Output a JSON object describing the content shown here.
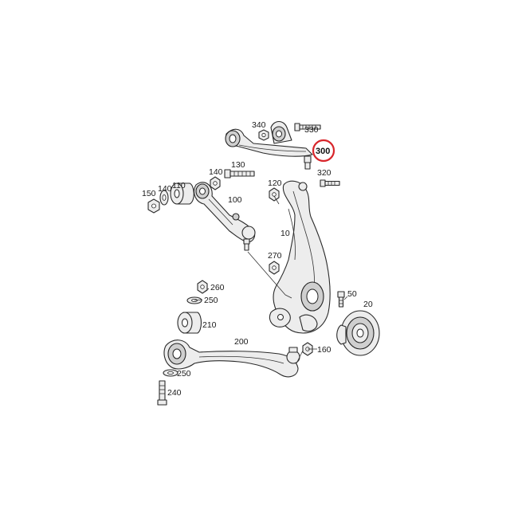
{
  "diagram": {
    "labels": {
      "p340": "340",
      "p330": "330",
      "p300": "300",
      "p320": "320",
      "p130": "130",
      "p140a": "140",
      "p110": "110",
      "p150": "150",
      "p140b": "140",
      "p120": "120",
      "p100": "100",
      "p10": "10",
      "p270": "270",
      "p260": "260",
      "p250a": "250",
      "p210": "210",
      "p50": "50",
      "p20": "20",
      "p200": "200",
      "p160": "160",
      "p250b": "250",
      "p240": "240"
    },
    "highlight": {
      "part": "300",
      "color": "#d8262b"
    }
  }
}
